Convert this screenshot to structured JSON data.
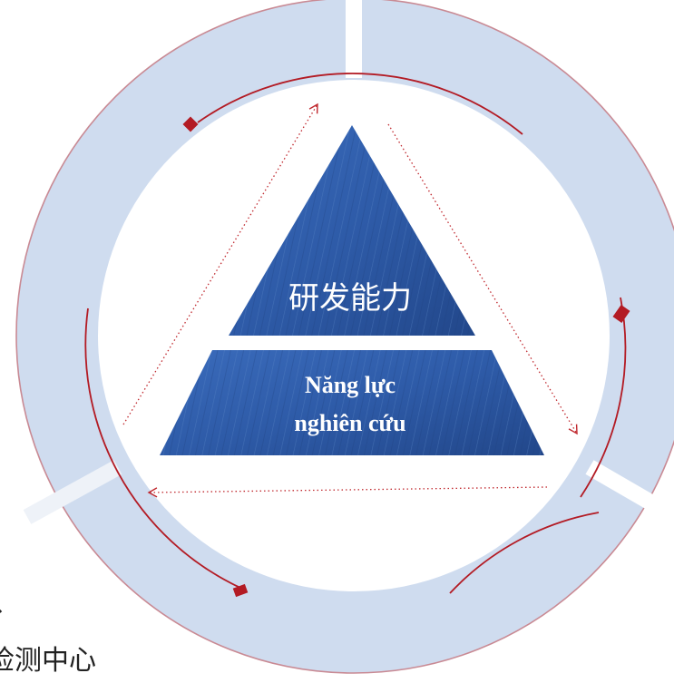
{
  "pyramid": {
    "top_label": "研发能力",
    "bottom_label_line1": "Năng lực",
    "bottom_label_line2": "nghiên cứu"
  },
  "cut_off_text": {
    "line1": "、",
    "line2": "检测中心"
  },
  "colors": {
    "ring_fill": "#cfdcef",
    "ring_outline": "#c98a94",
    "arc_red": "#b31b24",
    "pyramid_blue": "#2e5ba8",
    "pyramid_dark": "#22478a",
    "arrow_red": "#c0282e"
  }
}
